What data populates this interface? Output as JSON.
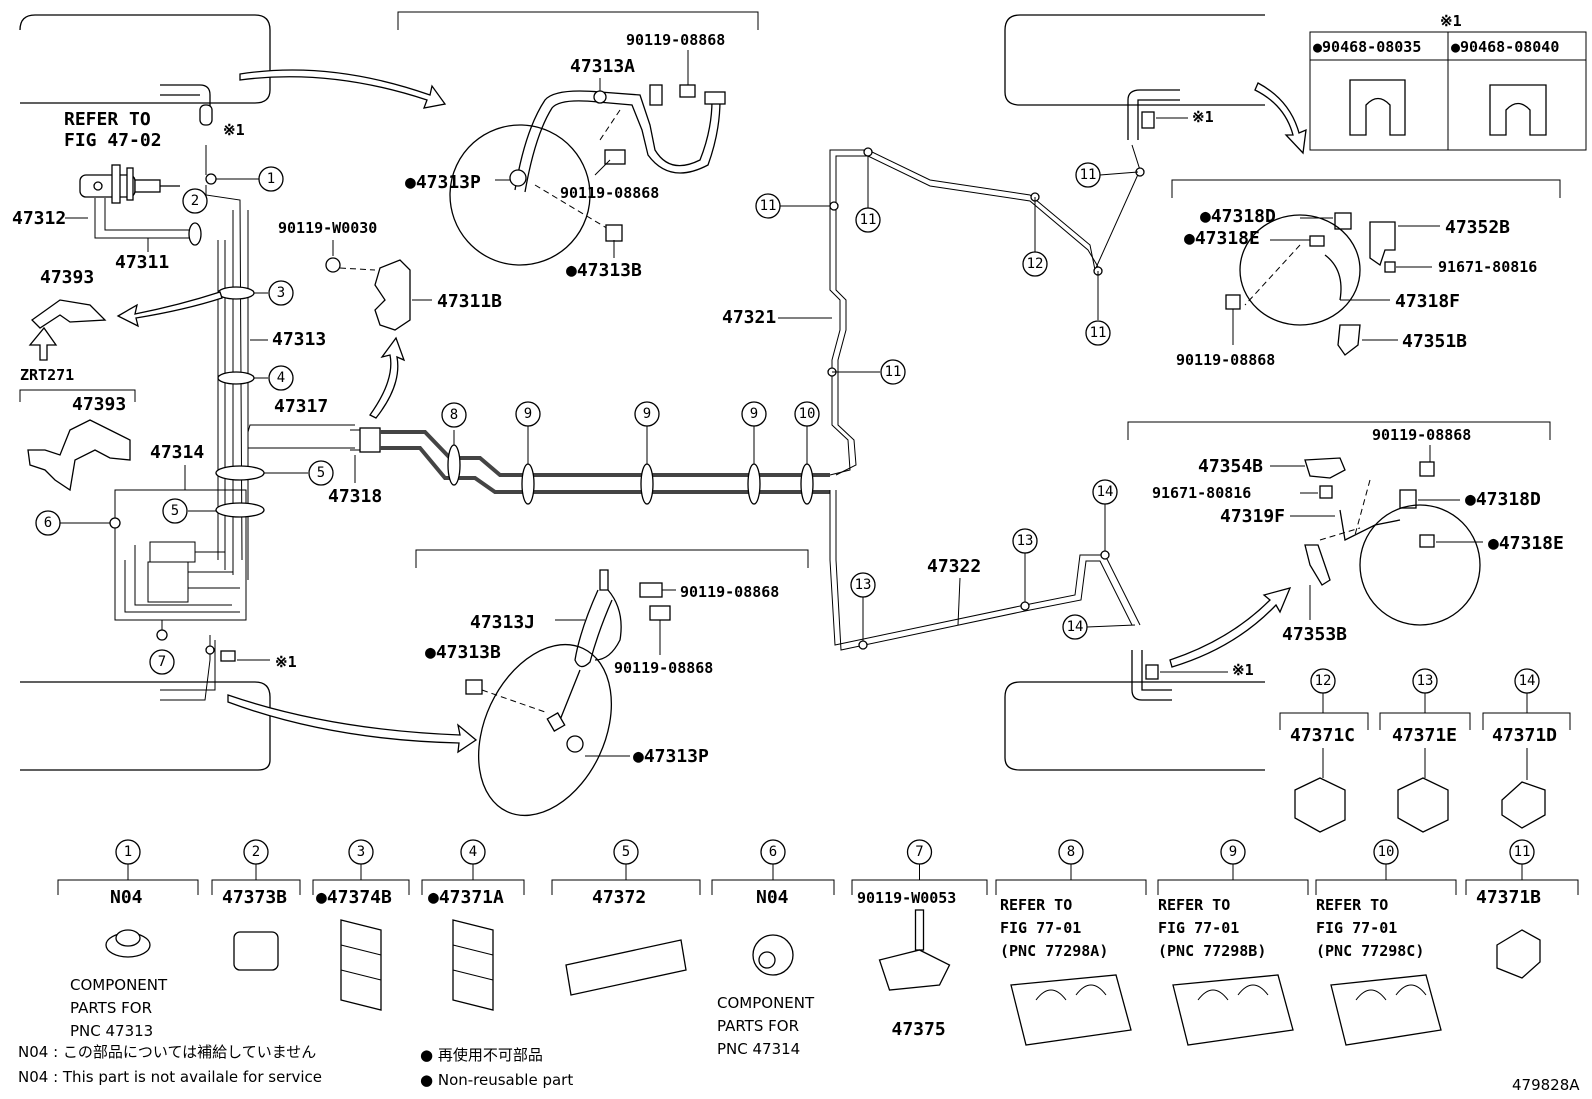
{
  "drawing_id": "479828A",
  "labels": {
    "refer_to_4702_a": "REFER TO",
    "refer_to_4702_b": "FIG 47-02",
    "p47312": "47312",
    "p47311": "47311",
    "p47393_top": "47393",
    "zrt271": "ZRT271",
    "p47393_mid": "47393",
    "p47313": "47313",
    "p47317": "47317",
    "p47314": "47314",
    "p47318": "47318",
    "p90119w0030": "90119-W0030",
    "p47311b": "47311B",
    "p90119_08868_a": "90119-08868",
    "p47313a": "47313A",
    "p47313p_a": "●47313P",
    "p90119_08868_b": "90119-08868",
    "p47313b_a": "●47313B",
    "p90119_08868_c": "90119-08868",
    "p47313j": "47313J",
    "p47313b_b": "●47313B",
    "p90119_08868_d": "90119-08868",
    "p47313p_b": "●47313P",
    "p47321": "47321",
    "p47322": "47322",
    "mark1": "※1",
    "p47318d_a": "●47318D",
    "p47318e_a": "●47318E",
    "p47352b": "47352B",
    "p91671_a": "91671-80816",
    "p47318f": "47318F",
    "p47351b": "47351B",
    "p90119_08868_e": "90119-08868",
    "p90119_08868_f": "90119-08868",
    "p47354b": "47354B",
    "p91671_b": "91671-80816",
    "p47319f": "47319F",
    "p47318d_b": "●47318D",
    "p47318e_b": "●47318E",
    "p47353b": "47353B",
    "p47371c": "47371C",
    "p47371e": "47371E",
    "p47371d": "47371D"
  },
  "callout_table": {
    "mark": "※1",
    "columns": [
      "●90468-08035",
      "●90468-08040"
    ]
  },
  "bottom_parts": [
    {
      "num": "1",
      "label": "N04",
      "caption": [
        "COMPONENT",
        "PARTS FOR",
        "PNC 47313"
      ]
    },
    {
      "num": "2",
      "label": "47373B",
      "caption": []
    },
    {
      "num": "3",
      "label": "●47374B",
      "caption": []
    },
    {
      "num": "4",
      "label": "●47371A",
      "caption": []
    },
    {
      "num": "5",
      "label": "47372",
      "caption": []
    },
    {
      "num": "6",
      "label": "N04",
      "caption": [
        "COMPONENT",
        "PARTS FOR",
        "PNC 47314"
      ]
    },
    {
      "num": "7",
      "label": "90119-W0053",
      "caption": [
        "47375"
      ]
    },
    {
      "num": "8",
      "label": "",
      "caption": [
        "REFER TO",
        "FIG 77-01",
        "(PNC 77298A)"
      ]
    },
    {
      "num": "9",
      "label": "",
      "caption": [
        "REFER TO",
        "FIG 77-01",
        "(PNC 77298B)"
      ]
    },
    {
      "num": "10",
      "label": "",
      "caption": [
        "REFER TO",
        "FIG 77-01",
        "(PNC 77298C)"
      ]
    },
    {
      "num": "11",
      "label": "47371B",
      "caption": []
    }
  ],
  "notes": {
    "n04_jp": "N04 : この部品については補給していません",
    "n04_en": "N04 :  This part is not availale for service",
    "nonreuse_jp": "● 再使用不可部品",
    "nonreuse_en": "● Non-reusable part"
  }
}
